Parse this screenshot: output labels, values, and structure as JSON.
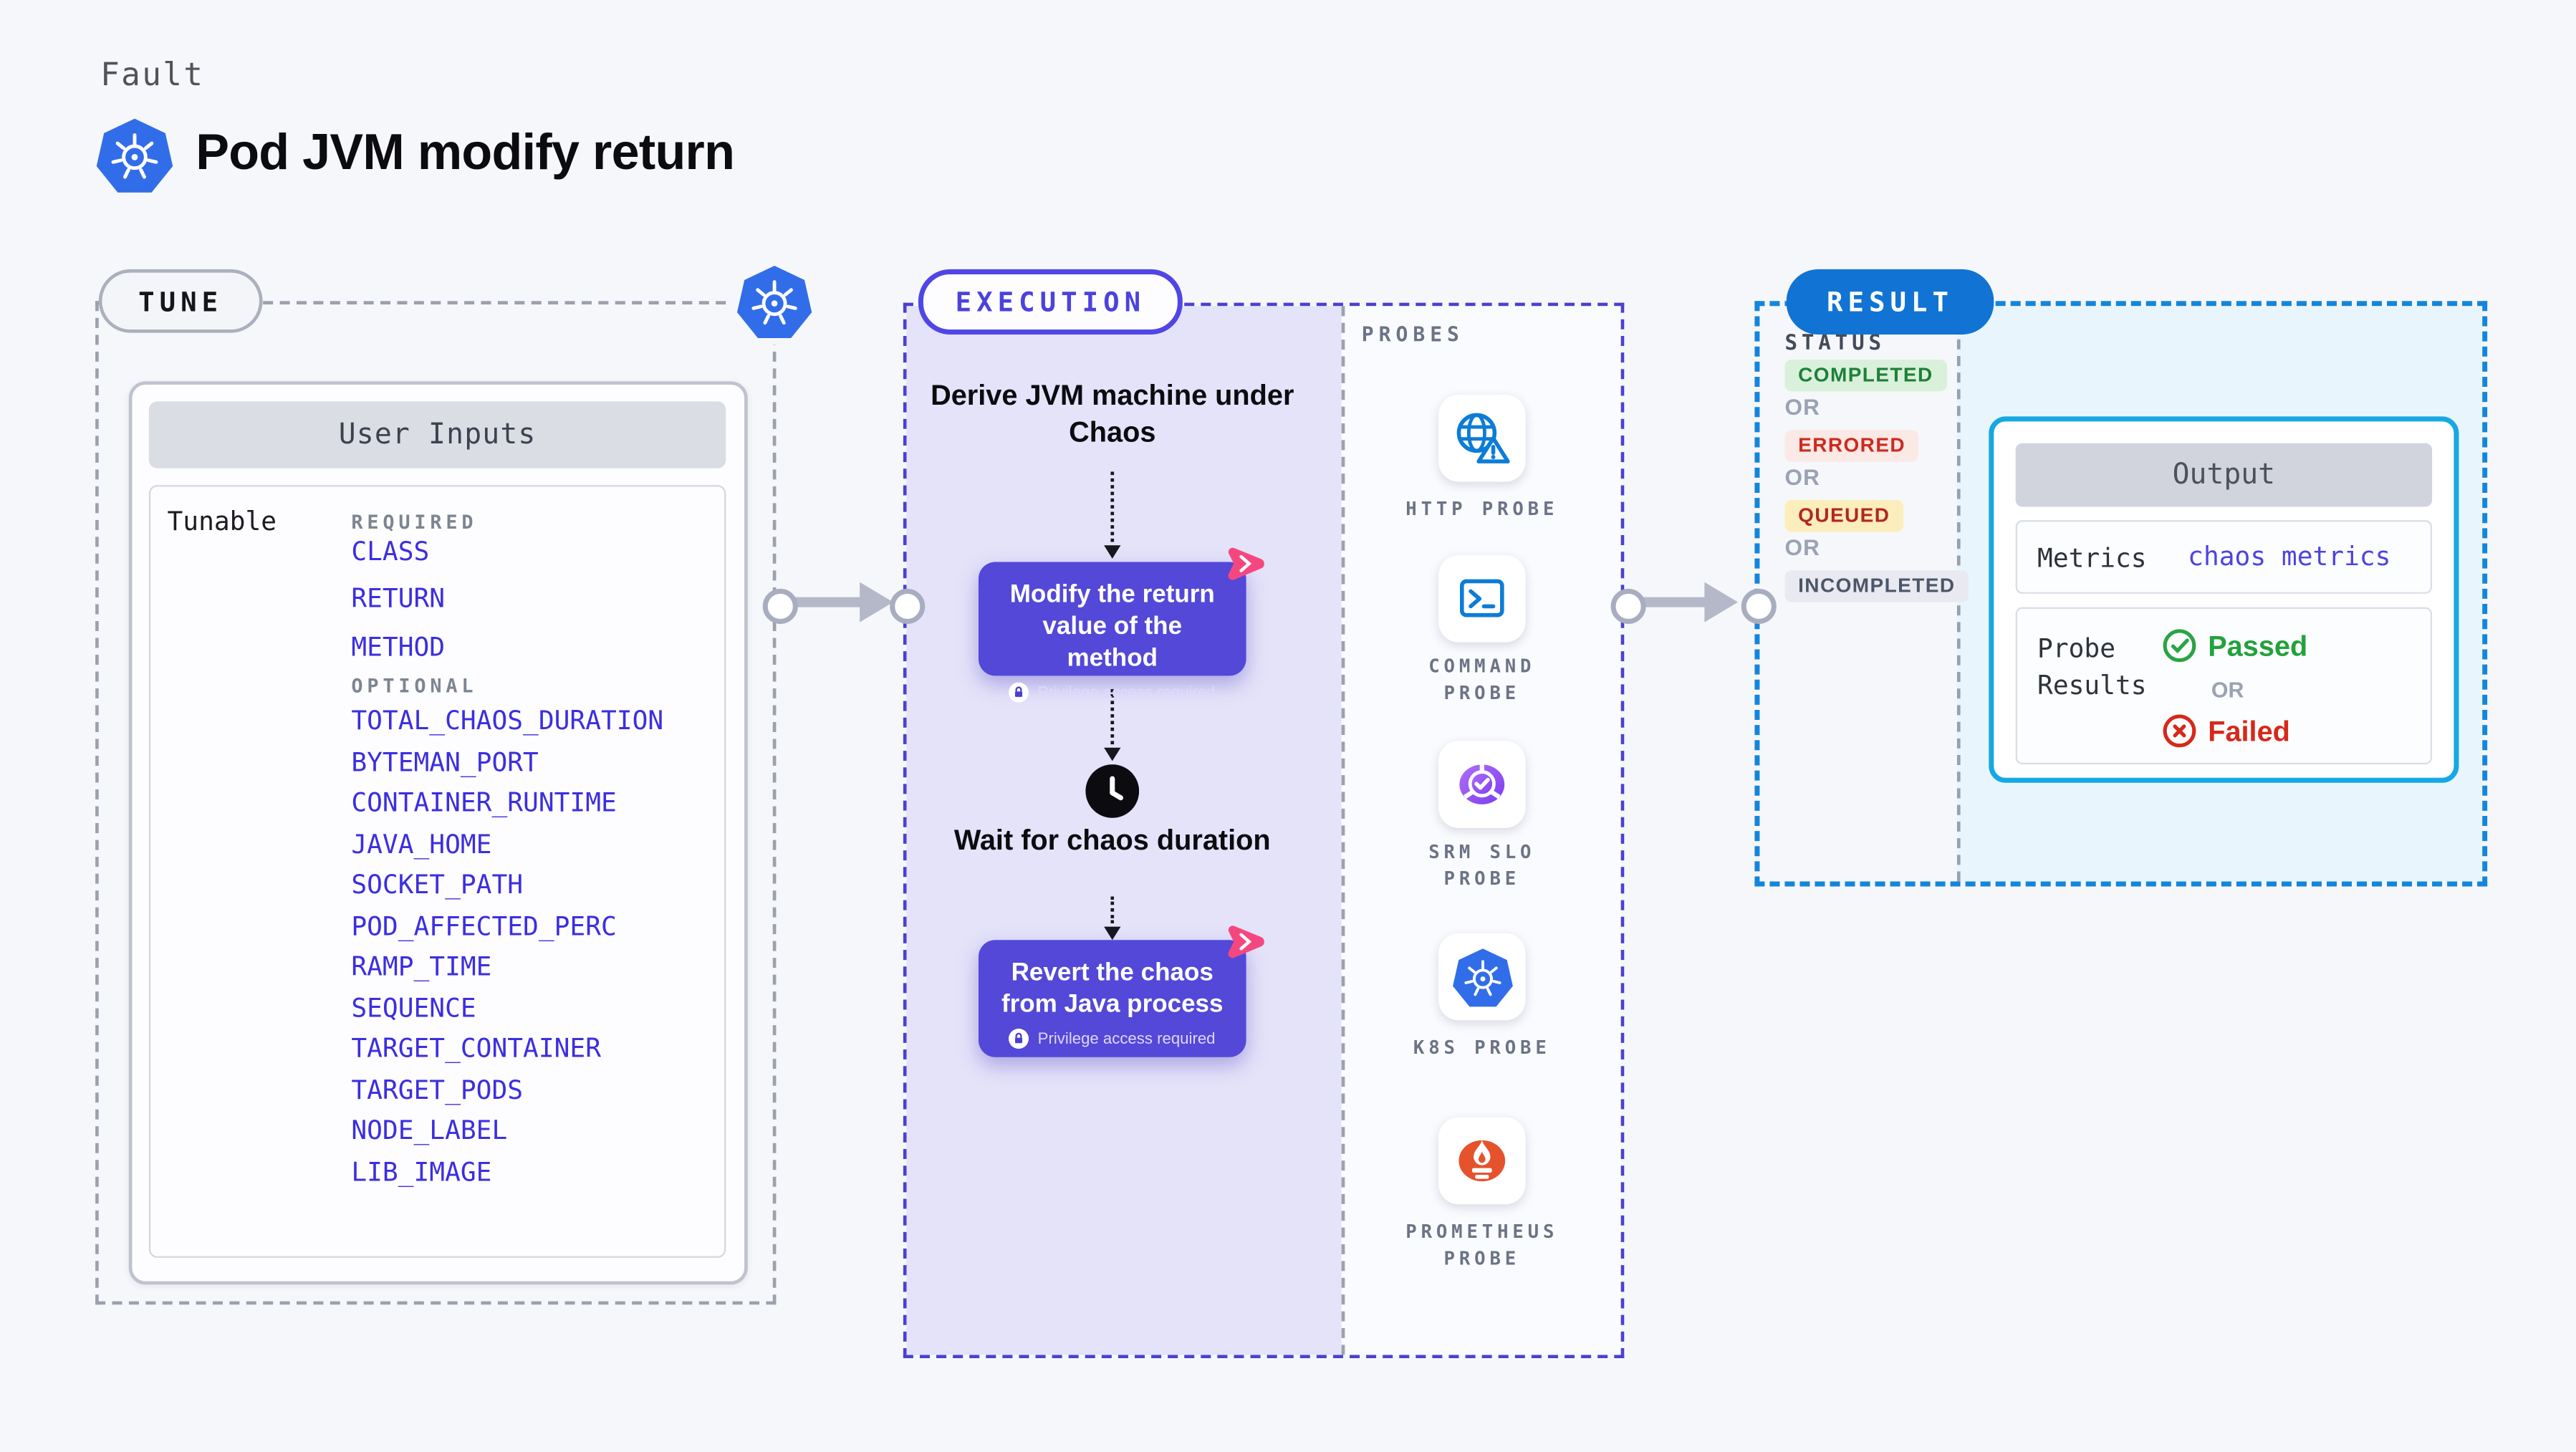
{
  "header": {
    "fault_label": "Fault",
    "title": "Pod JVM modify return"
  },
  "tune": {
    "badge": "TUNE",
    "card_title": "User Inputs",
    "tunable_label": "Tunable",
    "required_label": "REQUIRED",
    "optional_label": "OPTIONAL",
    "required_items": [
      "CLASS",
      "RETURN",
      "METHOD"
    ],
    "optional_items": [
      "TOTAL_CHAOS_DURATION",
      "BYTEMAN_PORT",
      "CONTAINER_RUNTIME",
      "JAVA_HOME",
      "SOCKET_PATH",
      "POD_AFFECTED_PERC",
      "RAMP_TIME",
      "SEQUENCE",
      "TARGET_CONTAINER",
      "TARGET_PODS",
      "NODE_LABEL",
      "LIB_IMAGE"
    ]
  },
  "execution": {
    "badge": "EXECUTION",
    "step_derive": "Derive JVM machine under Chaos",
    "step_modify": "Modify the return value of the method",
    "step_wait": "Wait for chaos duration",
    "step_revert": "Revert the chaos from Java process",
    "privilege_note": "Privilege access required"
  },
  "probes": {
    "label": "PROBES",
    "items": [
      {
        "label": "HTTP PROBE",
        "icon": "globe-alert-icon"
      },
      {
        "label": "COMMAND PROBE",
        "icon": "terminal-icon"
      },
      {
        "label": "SRM SLO PROBE",
        "icon": "slo-gauge-icon"
      },
      {
        "label": "K8S PROBE",
        "icon": "kubernetes-icon"
      },
      {
        "label": "PROMETHEUS PROBE",
        "icon": "prometheus-icon"
      }
    ]
  },
  "result": {
    "badge": "RESULT",
    "status_label": "STATUS",
    "or_label": "OR",
    "statuses": [
      {
        "label": "COMPLETED",
        "color": "#1e8039",
        "bg": "#d9f1da"
      },
      {
        "label": "ERRORED",
        "color": "#ce2a1e",
        "bg": "#fbe9e6"
      },
      {
        "label": "QUEUED",
        "color": "#b3261e",
        "bg": "#fceebc"
      },
      {
        "label": "INCOMPLETED",
        "color": "#4d5668",
        "bg": "#e9eaf1"
      }
    ],
    "output": {
      "title": "Output",
      "metrics_label": "Metrics",
      "metrics_value": "chaos metrics",
      "probe_results_label": "Probe Results",
      "passed_label": "Passed",
      "or_label": "OR",
      "failed_label": "Failed"
    }
  },
  "colors": {
    "page_bg": "#f6f7fa",
    "kubernetes_blue": "#326de9",
    "execution_indigo": "#4f46e5",
    "execution_fill": "#e5e3f9",
    "chaos_box_purple": "#5348d8",
    "litmus_pink": "#f5477f",
    "result_blue": "#1386db",
    "result_fill": "#e8f5fd",
    "output_border_cyan": "#16a8e2",
    "probe_icon_blue": "#0d7cd6",
    "prometheus_orange": "#e6522c",
    "passed_green": "#23a13c",
    "failed_red": "#d5291b"
  }
}
